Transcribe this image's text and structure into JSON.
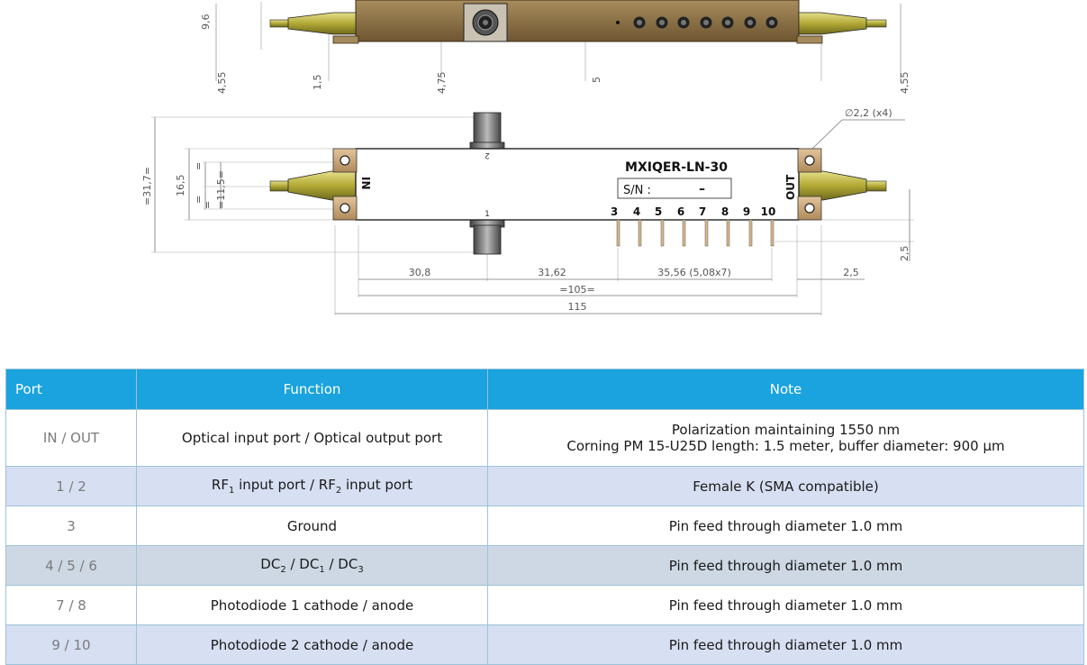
{
  "drawing": {
    "model_label": "MXIQER-LN-30",
    "sn_label": "S/N :",
    "sn_value": "–",
    "in_label": "IN",
    "out_label": "OUT",
    "rf_port_top": "2",
    "rf_port_bottom": "1",
    "pin_numbers": [
      "3",
      "4",
      "5",
      "6",
      "7",
      "8",
      "9",
      "10"
    ],
    "hole_note": "∅2,2 (x4)",
    "dims_top": {
      "height": "9,6",
      "left": "4,55",
      "a": "1,5",
      "b": "4,75",
      "c": "5",
      "right": "4,55"
    },
    "dims_front": {
      "total_height": "=31,7=",
      "body_height": "16,5",
      "inner_eq": "=",
      "inner_a": "=",
      "inner_b": "=11,5=",
      "inner_c": "=",
      "pin_len": "2,5",
      "seg1": "30,8",
      "seg2": "31,62",
      "seg3": "35,56 (5,08x7)",
      "seg4": "2,5",
      "body_len": "=105=",
      "total_len": "115"
    }
  },
  "table": {
    "headers": [
      "Port",
      "Function",
      "Note"
    ],
    "rows": [
      {
        "port": "IN / OUT",
        "function": "Optical input port / Optical output port",
        "note1": "Polarization maintaining 1550 nm",
        "note2": "Corning PM 15-U25D length: 1.5 meter, buffer diameter: 900 µm"
      },
      {
        "port": "1 / 2",
        "f_a": "RF",
        "f_a_sub": "1",
        "f_b": " input port / RF",
        "f_b_sub": "2",
        "f_c": " input port",
        "note": "Female K (SMA compatible)"
      },
      {
        "port": "3",
        "function": "Ground",
        "note": "Pin feed through diameter 1.0 mm"
      },
      {
        "port": "4 / 5 / 6",
        "f_a": "DC",
        "f_a_sub": "2",
        "f_b": " / DC",
        "f_b_sub": "1",
        "f_c": " / DC",
        "f_c_sub": "3",
        "note": "Pin feed through diameter 1.0 mm"
      },
      {
        "port": "7 / 8",
        "function": "Photodiode 1 cathode / anode",
        "note": "Pin feed through diameter 1.0 mm"
      },
      {
        "port": "9 / 10",
        "function": "Photodiode 2 cathode / anode",
        "note": "Pin feed through diameter 1.0 mm"
      }
    ]
  },
  "colors": {
    "header_bg": "#1aa3de",
    "row_alt": "#d7dff2",
    "row_grey": "#cdd8e4",
    "housing_brown": "#8a7146",
    "fiber_olive": "#b2a936"
  }
}
